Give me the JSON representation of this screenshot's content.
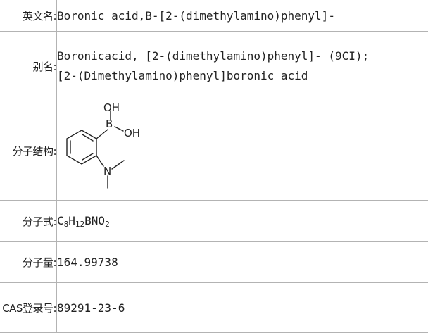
{
  "rows": {
    "english_name": {
      "label": "英文名:",
      "value": "Boronic acid,B-[2-(dimethylamino)phenyl]-"
    },
    "alias": {
      "label": "别名:",
      "lines": [
        "Boronicacid, [2-(dimethylamino)phenyl]- (9CI);",
        "[2-(Dimethylamino)phenyl]boronic acid"
      ]
    },
    "structure": {
      "label": "分子结构:",
      "atoms": {
        "o_top": "OH",
        "boron": "B",
        "o_right": "OH",
        "nitrogen": "N"
      }
    },
    "formula": {
      "label": "分子式:",
      "parts": [
        {
          "t": "C",
          "sub": "8"
        },
        {
          "t": "H",
          "sub": "12"
        },
        {
          "t": "BNO",
          "sub": "2"
        }
      ]
    },
    "weight": {
      "label": "分子量:",
      "value": "164.99738"
    },
    "cas": {
      "label": "CAS登录号:",
      "value": "89291-23-6"
    }
  }
}
